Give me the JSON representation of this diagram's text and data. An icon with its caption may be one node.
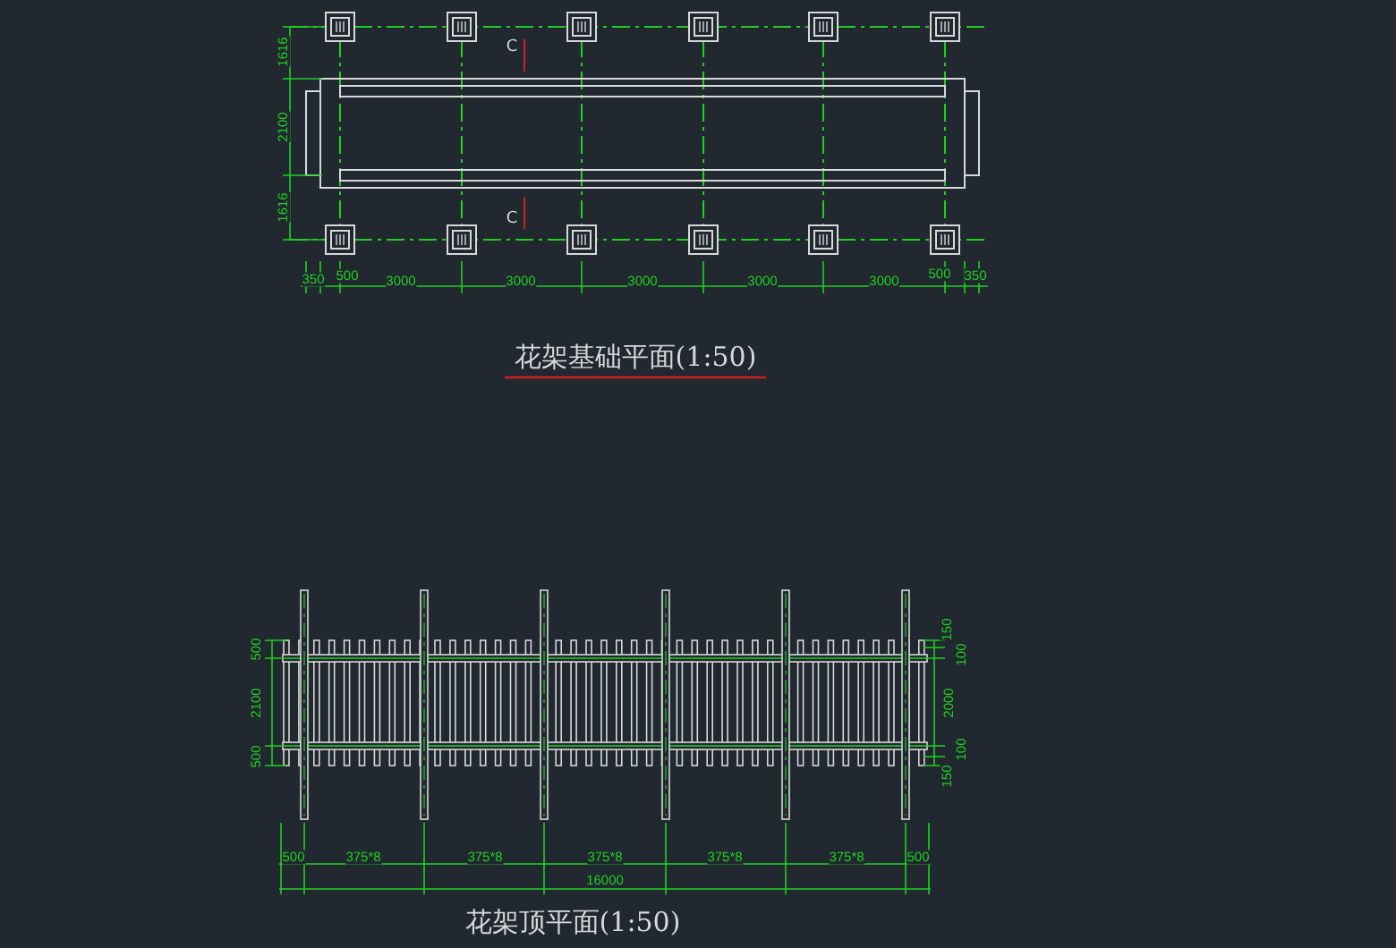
{
  "diagram": {
    "labels": [
      "C",
      "1616",
      "2100",
      "1616",
      "C",
      "350",
      "500",
      "3000",
      "3000",
      "3000",
      "3000",
      "3000",
      "500",
      "350",
      "花架基础平面(1:50)",
      "500",
      "2100",
      "500",
      "150",
      "100",
      "2000",
      "100",
      "150",
      "500",
      "375*8",
      "375*8",
      "375*8",
      "375*8",
      "375*8",
      "500",
      "16000",
      "花架顶平面(1:50)"
    ]
  }
}
